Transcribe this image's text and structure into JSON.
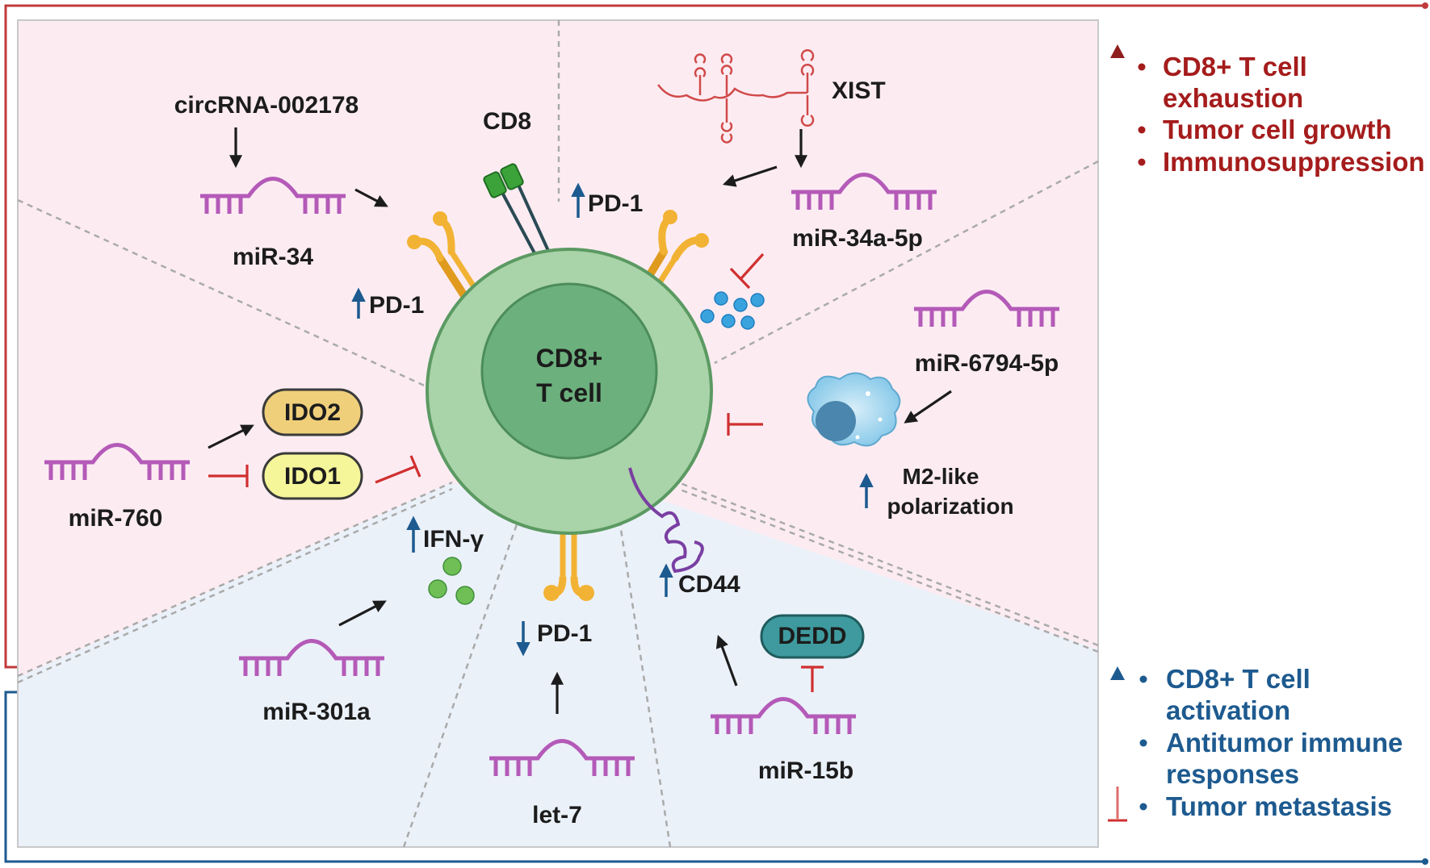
{
  "center": {
    "line1": "CD8+",
    "line2": "T cell"
  },
  "cd8_label": "CD8",
  "top_left": {
    "circ": "circRNA-002178",
    "mir": "miR-34",
    "pd1": "PD-1"
  },
  "top_right": {
    "xist": "XIST",
    "mir": "miR-34a-5p",
    "pd1": "PD-1"
  },
  "right": {
    "mir": "miR-6794-5p",
    "m2_line1": "M2-like",
    "m2_line2": "polarization"
  },
  "left": {
    "mir": "miR-760",
    "ido2": "IDO2",
    "ido1": "IDO1"
  },
  "bottom_left": {
    "mir": "miR-301a",
    "ifn": "IFN-γ"
  },
  "bottom_mid": {
    "mir": "let-7",
    "pd1": "PD-1"
  },
  "bottom_right": {
    "mir": "miR-15b",
    "dedd": "DEDD",
    "cd44": "CD44"
  },
  "outcomes_up": [
    {
      "line1": "CD8+ T cell",
      "line2": "exhaustion"
    },
    {
      "line1": "Tumor cell growth"
    },
    {
      "line1": "Immunosuppression"
    }
  ],
  "outcomes_down": [
    {
      "line1": "CD8+ T cell",
      "line2": "activation"
    },
    {
      "line1": "Antitumor immune",
      "line2": "responses"
    },
    {
      "line1": "Tumor metastasis"
    }
  ],
  "colors": {
    "pink_panel": "#fcecf2",
    "blue_panel": "#ebf1f9",
    "red_outcome": "#a51c1c",
    "blue_outcome": "#1d5a8f",
    "cell_outer": "#a9d3a8",
    "cell_inner": "#6cb07d",
    "receptor": "#f2b233",
    "mirna": "#b45ab8",
    "inhibition": "#d03030",
    "ido2": "#f0cf7b",
    "ido1": "#f5f59a",
    "dedd": "#3e9a9e"
  }
}
